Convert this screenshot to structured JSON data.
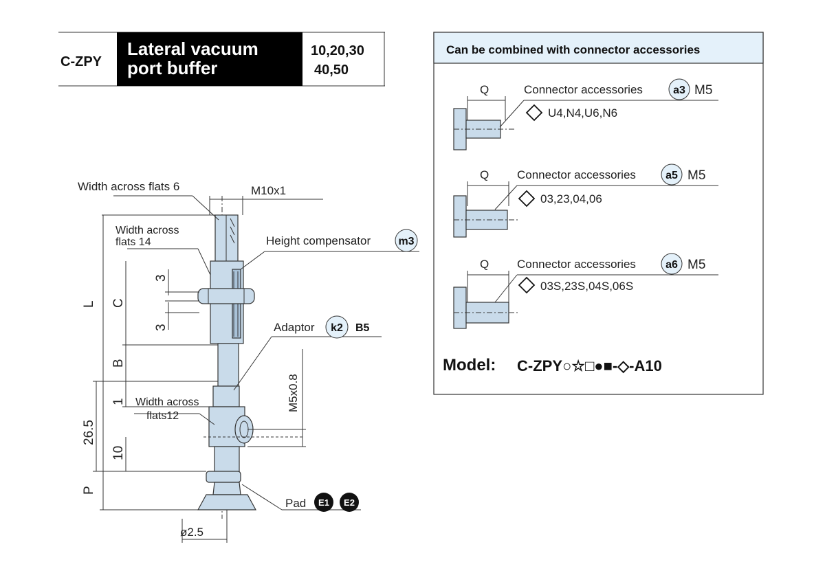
{
  "header": {
    "code": "C-ZPY",
    "title_line1": "Lateral vacuum",
    "title_line2": "port buffer",
    "sizes_line1": "10,20,30",
    "sizes_line2": "40,50"
  },
  "callouts": {
    "width_flats_6": "Width across flats 6",
    "m10": "M10x1",
    "width_flats_14_l1": "Width across",
    "width_flats_14_l2": "flats 14",
    "height_comp": "Height compensator",
    "height_comp_badge": "m3",
    "adaptor": "Adaptor",
    "adaptor_badge": "k2",
    "adaptor_code": "B5",
    "width_flats_12_l1": "Width across",
    "width_flats_12_l2": "flats12",
    "m5": "M5x0.8",
    "pad": "Pad",
    "pad_badge1": "E1",
    "pad_badge2": "E2",
    "dia": "ø2.5"
  },
  "dimensions": {
    "L": "L",
    "C": "C",
    "B": "B",
    "three_top": "3",
    "three_bottom": "3",
    "one": "1",
    "twentysix": "26.5",
    "ten": "10",
    "P": "P"
  },
  "panel": {
    "title": "Can be combined with connector accessories",
    "accessories": [
      {
        "q": "Q",
        "label": "Connector accessories",
        "badge": "a3",
        "thread": "M5",
        "options": "U4,N4,U6,N6"
      },
      {
        "q": "Q",
        "label": "Connector accessories",
        "badge": "a5",
        "thread": "M5",
        "options": "03,23,04,06"
      },
      {
        "q": "Q",
        "label": "Connector accessories",
        "badge": "a6",
        "thread": "M5",
        "options": "03S,23S,04S,06S"
      }
    ],
    "model_label": "Model:",
    "model_code": "C-ZPY○☆□●■-◇-A10"
  },
  "colors": {
    "part_fill": "#c9dbea",
    "panel_header": "#e4f1fa",
    "header_black": "#000000"
  }
}
